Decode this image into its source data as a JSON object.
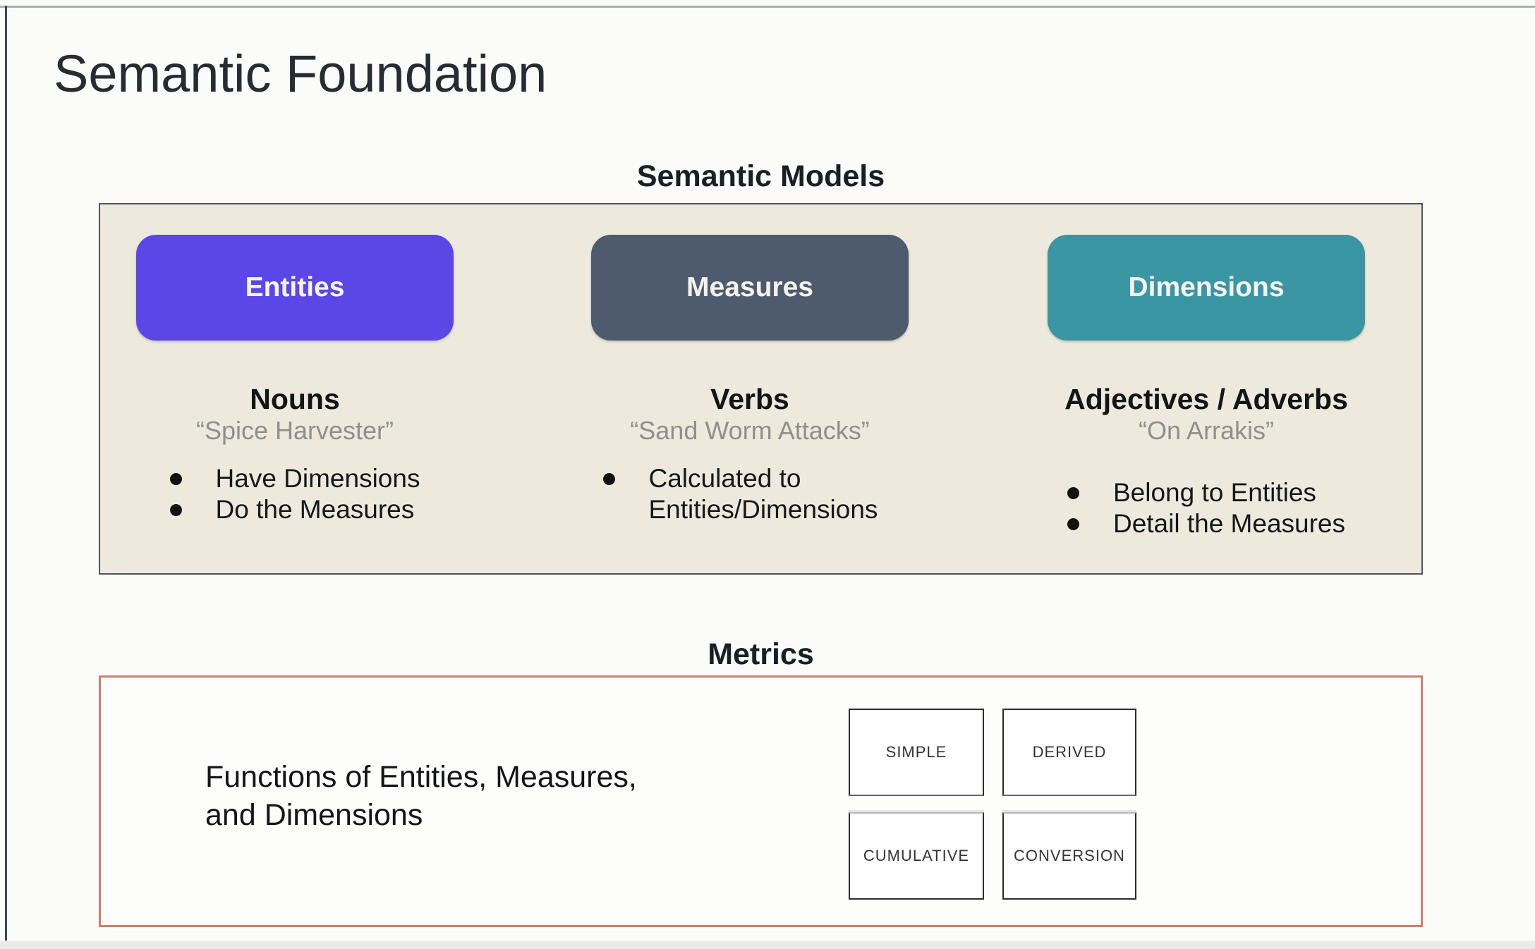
{
  "page": {
    "title": "Semantic Foundation"
  },
  "semantic_models": {
    "heading": "Semantic Models",
    "panel_background": "#edeadd",
    "columns": [
      {
        "label": "Entities",
        "color": "#5a47e5",
        "part_of_speech": "Nouns",
        "example": "“Spice Harvester”",
        "bullets": [
          "Have Dimensions",
          "Do the Measures"
        ]
      },
      {
        "label": "Measures",
        "color": "#4e5b6e",
        "part_of_speech": "Verbs",
        "example": "“Sand Worm Attacks”",
        "bullets": [
          "Calculated to Entities/Dimensions"
        ]
      },
      {
        "label": "Dimensions",
        "color": "#3b96a4",
        "part_of_speech": "Adjectives / Adverbs",
        "example": "“On Arrakis”",
        "bullets": [
          "Belong to Entities",
          "Detail the Measures"
        ]
      }
    ]
  },
  "metrics": {
    "heading": "Metrics",
    "description": "Functions of Entities, Measures,\nand Dimensions",
    "border_color": "#c9816c",
    "types": [
      "SIMPLE",
      "DERIVED",
      "CUMULATIVE",
      "CONVERSION"
    ]
  }
}
